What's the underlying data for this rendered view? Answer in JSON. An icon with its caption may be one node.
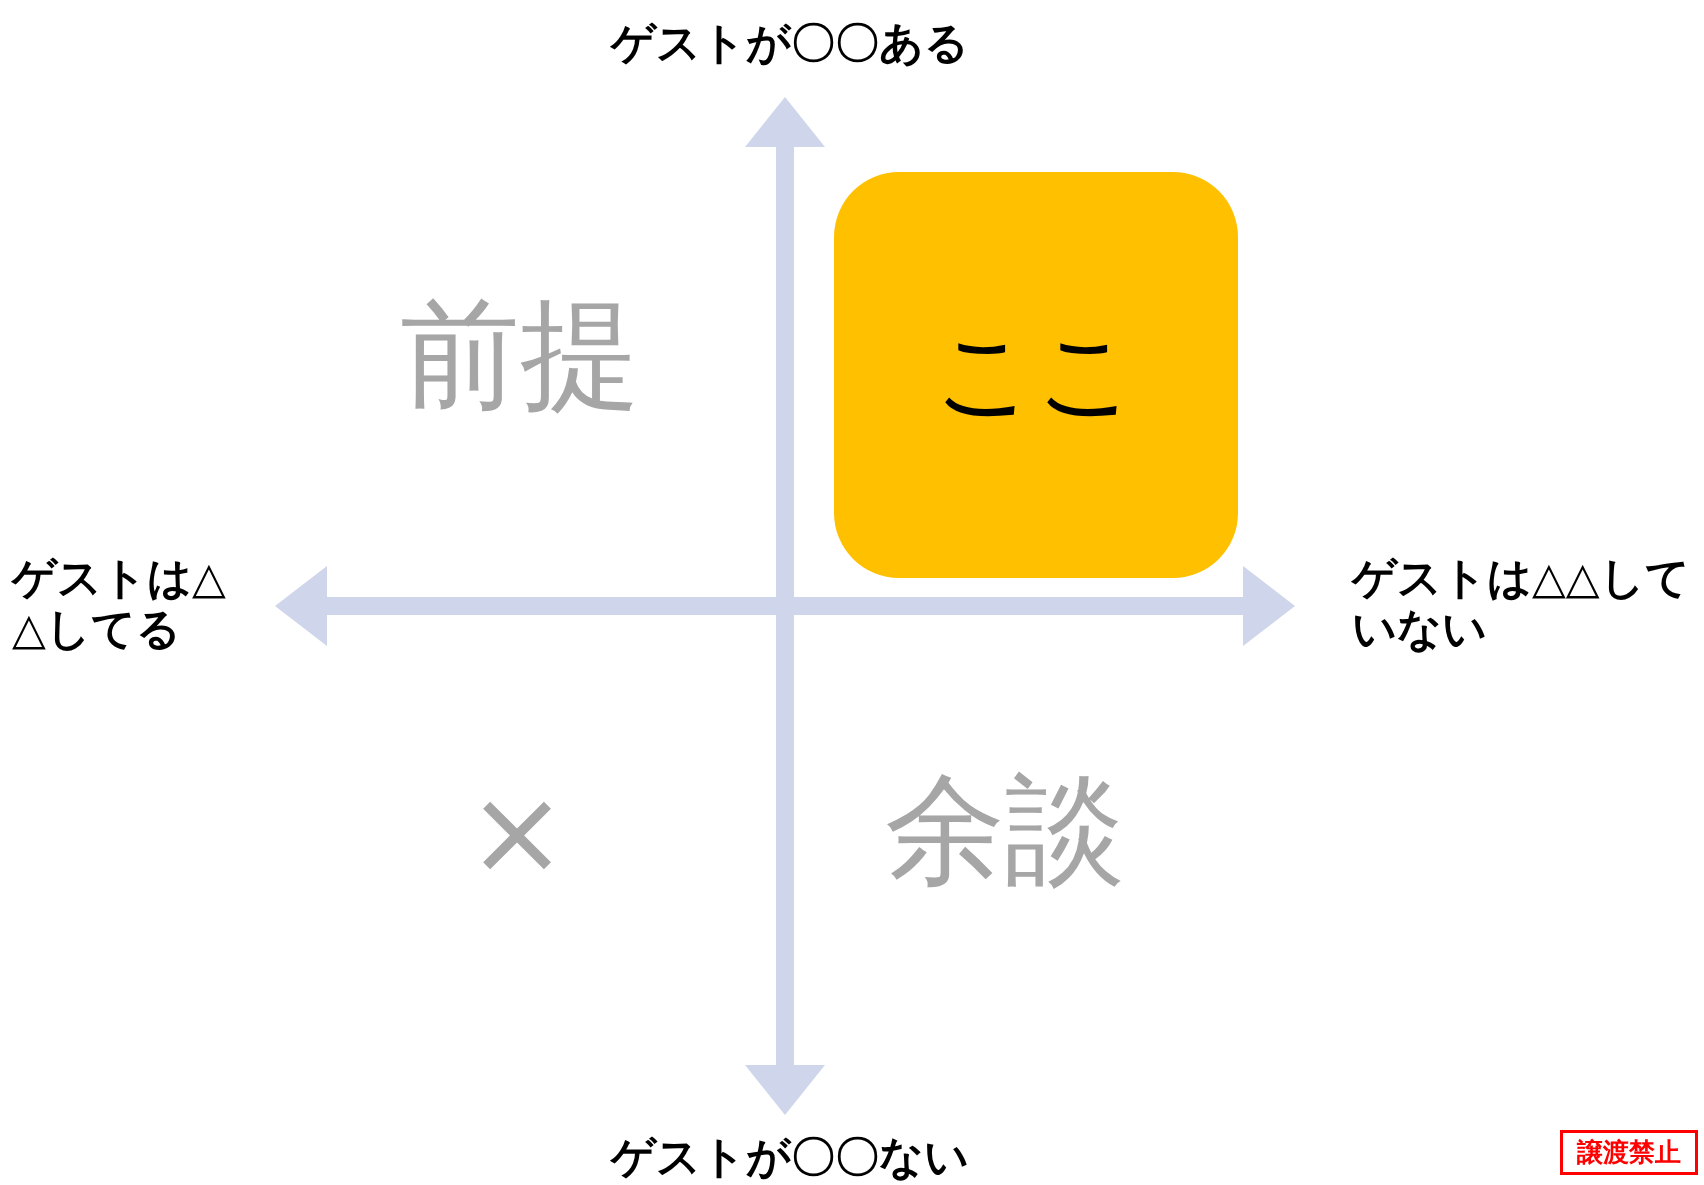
{
  "diagram": {
    "nodes": [
      {
        "text": [
          "ここ"
        ]
      }
    ],
    "edges": [],
    "labels": [
      "ゲストが〇〇ある",
      "前提",
      "ゲストは△△してる",
      "ゲストは△△していない",
      "×",
      "余談",
      "ゲストが〇〇ない",
      "譲渡禁止"
    ]
  }
}
